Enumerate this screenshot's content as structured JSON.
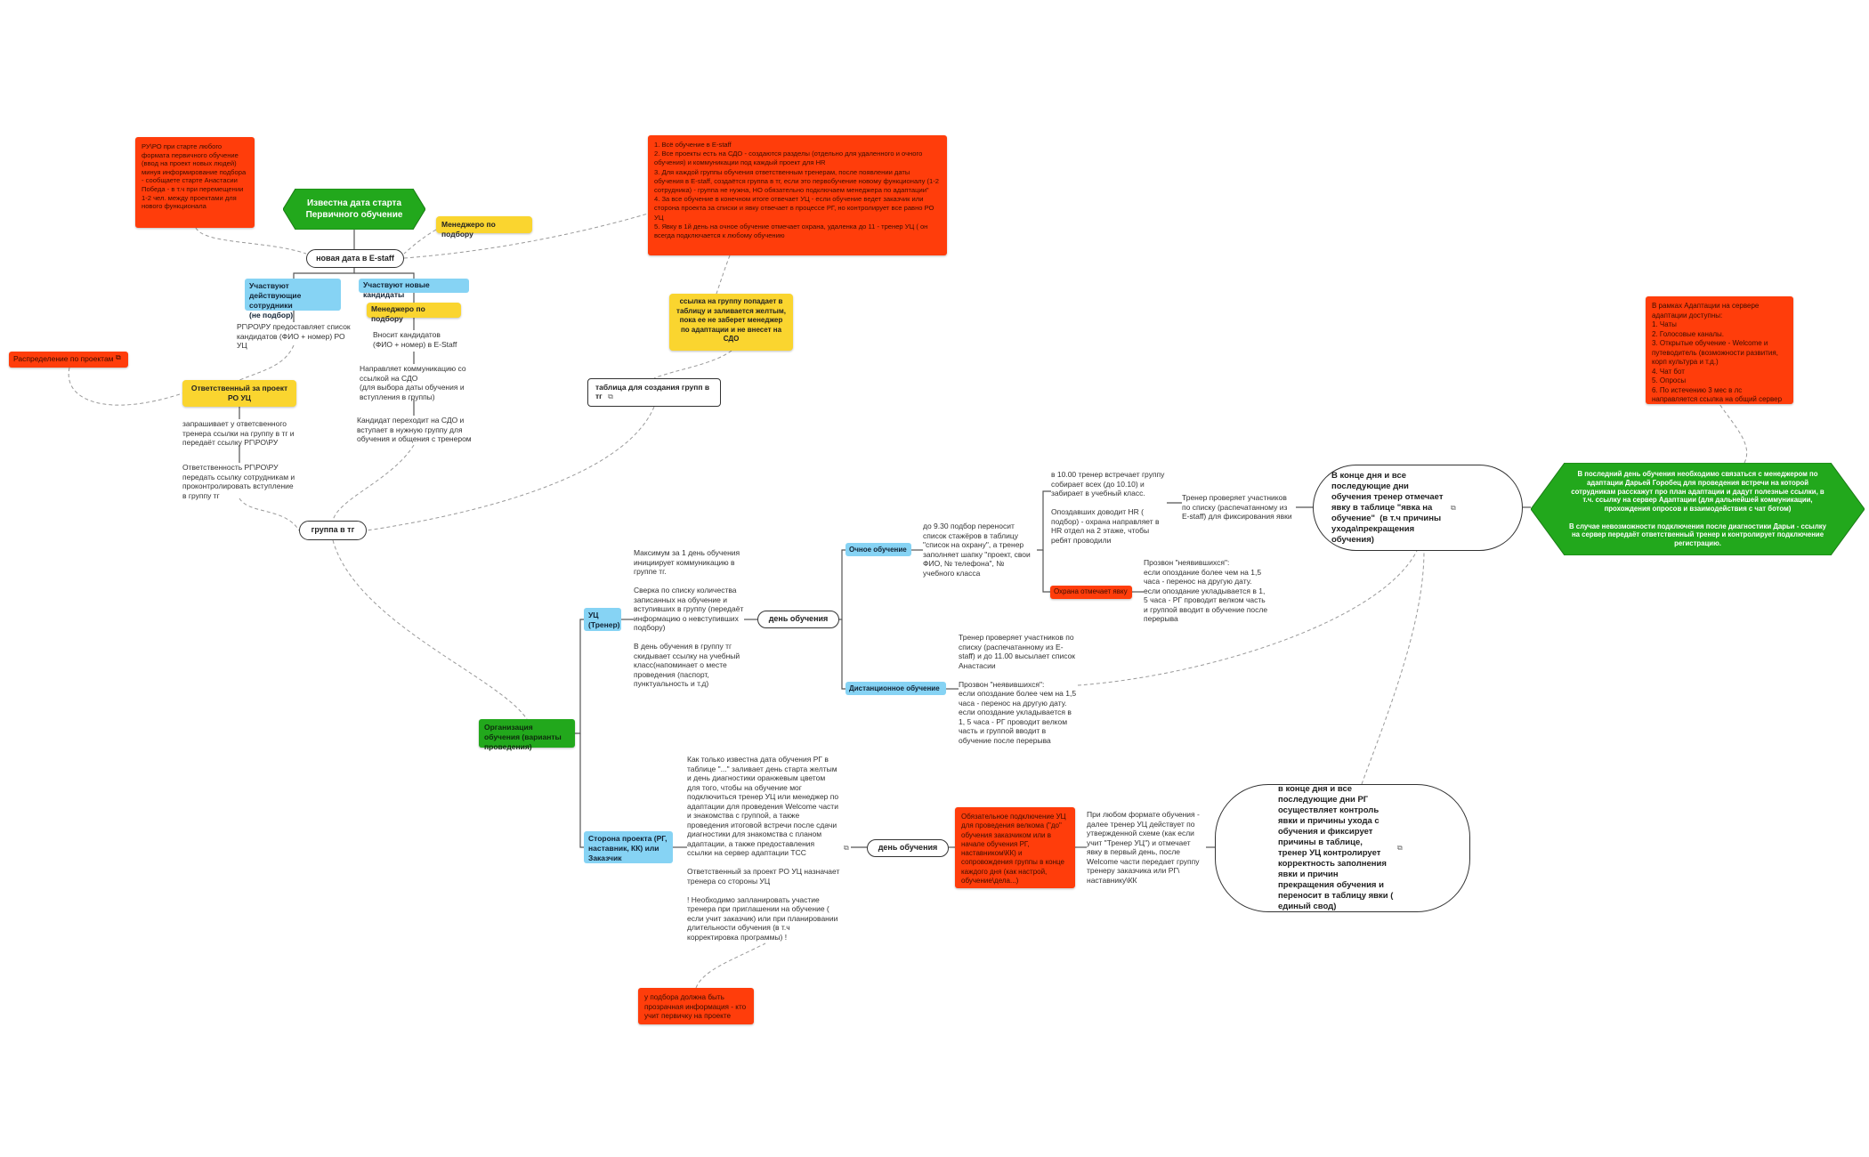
{
  "colors": {
    "red": "#ff3d0b",
    "yellow": "#fad52f",
    "blue": "#86d3f4",
    "green": "#22a81c",
    "line": "#888888",
    "outline": "#333333"
  },
  "link_icon": "external-link-icon",
  "nodes": {
    "start": "Известна дата старта\nПервичного обучение",
    "managers_top": "Менеджеро по подбору",
    "ruro_note": "РУ\\РО при старте любого формата первичного обучение (ввод на проект новых людей) минуя информирование подбора - сообщаете старте Анастасии Победа - в т.ч при перемещении 1-2 чел. между проектами для нового функционала",
    "estaff_note": "1. Всё обучение в E-staff\n2. Все проекты есть на СДО - создаются разделы (отдельно для удаленного и очного обучения) и коммуникации под каждый проект для HR\n3. Для каждой группы обучения ответственным тренерам, после появлении даты обучения в E-staff, создаётся группа в тг, если это первобучение новому функционалу (1-2 сотрудника) - группа не нужна, НО обязательно подключаем менеджера по адаптации\"\n4. За все обучение в конечном итоге отвечает УЦ - если обучение ведет заказчик или сторона проекта за списки и явку отвечает в процессе РГ, но контролирует все равно РО УЦ\n5. Явку в 1й день на очное обучение отмечает охрана, удаленка до 11 - тренер УЦ ( он всегда подключается к любому обучению",
    "new_date": "новая дата в E-staff",
    "current_staff": "Участвуют действующие сотрудники\n(не подбор)",
    "new_candidates": "Участвуют новые кандидаты",
    "managers_mid": "Менеджеро по подбору",
    "rp_list": "РГ\\РО\\РУ предоставляет список кандидатов (ФИО + номер) РО УЦ",
    "enters_candidates": "Вносит кандидатов\n(ФИО + номер) в E-Staff",
    "sends_comm": "Направляет коммуникацию со ссылкой на СДО\n(для выбора даты обучения и вступления в группы)",
    "candidate_moves": "Кандидат переходит на СДО и вступает в нужную группу для обучения и общения с тренером",
    "distribution": "Распределение по проектам",
    "resp_uc": "Ответственный за проект РО УЦ",
    "requests_link": "запрашивает у ответсвенного тренера ссылки на группу в тг и передаёт ссылку РГ\\РО\\РУ",
    "responsibility": "Ответственность РГ\\РО\\РУ передать ссылку сотрудникам и проконтролировать вступление в группу тг",
    "link_yellow": "ссылка на группу попадает в таблицу и заливается желтым, пока ее не заберет менеджер по адаптации и не внесет на СДО",
    "table_groups": "таблица для создания групп в тг",
    "group_tg": "группа в тг",
    "org_training": "Организация обучения (варианты проведения)",
    "uc_trainer": "УЦ\n(Тренер)",
    "max_day": "Максимум за 1 день обучения инициирует коммуникацию в группе тг.\n\nСверка по списку количества записанных на обучение и вступивших в группу (передаёт информацию о невступивших подбору)\n\nВ день обучения в группу тг скидывает ссылку на учебный класс(напоминает о месте проведения (паспорт, пунктуальность и т.д)",
    "training_day_1": "день обучения",
    "inperson": "Очное обучение",
    "inperson_930": "до 9.30 подбор переносит список стажёров в таблицу \"список на охрану\", а тренер заполняет шапку \"проект, свои ФИО, № телефона\", № учебного класса",
    "at_1000": "в 10.00 тренер встречает группу собирает всех (до 10.10) и забирает в учебный класс.\n\nОпоздавших доводит HR ( подбор) - охрана направляет в HR отдел на 2 этаже, чтобы ребят проводили",
    "trainer_checks_1": "Тренер проверяет участников по списку (распечатанному из E-staff) для фиксирования явки",
    "guard": "Охрана отмечает явку",
    "no_show_1": "Прозвон \"неявившихся\":\nесли опоздание более чем на 1,5 часа - перенос на другую дату.\nесли опоздание укладывается в 1, 5 часа - РГ проводит велком часть и группой вводит в обучение после перерыва",
    "end_day_trainer": "В конце дня и все последующие дни обучения тренер отмечает явку в таблице \"явка на обучение\"  (в т.ч причины ухода\\прекращения обучения)",
    "remote": "Дистанционное обучение",
    "trainer_checks_2": "Тренер проверяет участников по списку (распечатанному из E-staff) и до 11.00 высылает список Анастасии\n\nПрозвон \"неявившихся\":\nесли опоздание более чем на 1,5 часа - перенос на другую дату.\nесли опоздание укладывается в 1, 5 часа - РГ проводит велком часть и группой вводит в обучение после перерыва",
    "adapt_note": "В рамках Адаптации на сервере адаптации доступны:\n1. Чаты\n2. Голосовые каналы.\n3. Открытые обучение - Welcome и путеводитель (возможности развития, корп культура и т.д.)\n4. Чат бот\n5. Опросы\n6. По истечению 3 мес в лс направляется ссылка на общий сервер",
    "last_day": "В последний день обучения необходимо связаться с менеджером по адаптации Дарьей Горобец для проведения встречи на которой сотрудникам расскажут про план адаптации и дадут полезные ссылки, в т.ч. ссылку на сервер Адаптации (для дальнейшей коммуникации, прохождения опросов и взаимодействия с чат ботом)\n\nВ случае невозможности подключения после диагностики Дарьи - ссылку на сервер передаёт ответственный тренер и контролирует подключение регистрацию.",
    "project_side": "Сторона проекта (РГ, наставник, КК) или Заказчик",
    "as_soon": "Как только известна дата обучения РГ в таблице \"...\" заливает день старта желтым и день диагностики оранжевым цветом для того, чтобы на обучение мог подключиться тренер УЦ или менеджер по адаптации для проведения Welcome части и знакомства с группой, а также проведения итоговой встречи после сдачи диагностики для знакомства с планом адаптации, а также предоставления ссылки на сервер адаптации ТСС\n\nОтветственный за проект РО УЦ назначает тренера со стороны УЦ\n\n! Необходимо запланировать участие тренера при приглашении на обучение ( если учит заказчик) или при планировании длительности обучения (в т.ч корректировка программы) !",
    "training_day_2": "день обучения",
    "mandatory_connect": "Обязательное подключение УЦ для проведения велкома (\"до\" обучения заказчиком или в начале обучения РГ, наставником\\КК) и сопровождения группы в конце каждого дня (как настрой, обучение\\дела...)",
    "any_format": "При любом формате обучения - далее тренер УЦ действует по утвержденной схеме (как если учит \"Тренер УЦ\") и отмечает явку в первый день, после Welcome части передает группу тренеру заказчика или РГ\\ наставнику\\КК",
    "end_day_rg": "в конце дня и все последующие дни РГ осуществляет контроль явки и причины ухода с обучения и фиксирует причины в таблице, тренер УЦ контролирует корректность заполнения явки и причин прекращения обучения и переносит в таблицу явки ( единый свод)",
    "selection_note": "у подбора должна быть прозрачная информация - кто учит первичку на проекте"
  }
}
